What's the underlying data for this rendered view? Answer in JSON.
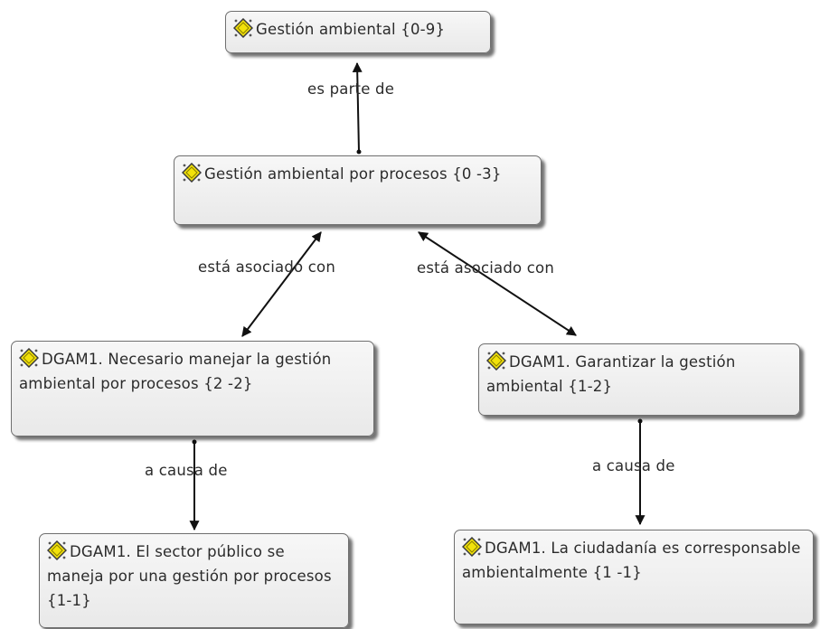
{
  "nodes": {
    "n1": {
      "label": "Gestión ambiental {0-9}",
      "icon": "quotation-diamond-icon"
    },
    "n2": {
      "label": "Gestión ambiental por procesos {0 -3}",
      "icon": "quotation-diamond-icon"
    },
    "n3": {
      "label": "DGAM1. Necesario manejar la gestión ambiental por procesos {2 -2}",
      "icon": "quotation-diamond-icon"
    },
    "n4": {
      "label": "DGAM1. Garantizar la gestión ambiental {1-2}",
      "icon": "quotation-diamond-icon"
    },
    "n5": {
      "label": "DGAM1. El sector público se maneja por una gestión por procesos {1-1}",
      "icon": "quotation-diamond-icon"
    },
    "n6": {
      "label": "DGAM1. La ciudadanía es corresponsable ambientalmente {1 -1}",
      "icon": "quotation-diamond-icon"
    }
  },
  "edges": {
    "e1": {
      "label": "es parte de",
      "from": "n2",
      "to": "n1"
    },
    "e2": {
      "label": "está asociado con",
      "from": "n2",
      "to": "n3"
    },
    "e3": {
      "label": "está asociado con",
      "from": "n2",
      "to": "n4"
    },
    "e4": {
      "label": "a causa de",
      "from": "n3",
      "to": "n5"
    },
    "e5": {
      "label": "a causa de",
      "from": "n4",
      "to": "n6"
    }
  },
  "colors": {
    "node_border": "#6f6f6f",
    "node_fill": "#eeeeee",
    "edge": "#111111",
    "icon_fill": "#f2e20a"
  }
}
